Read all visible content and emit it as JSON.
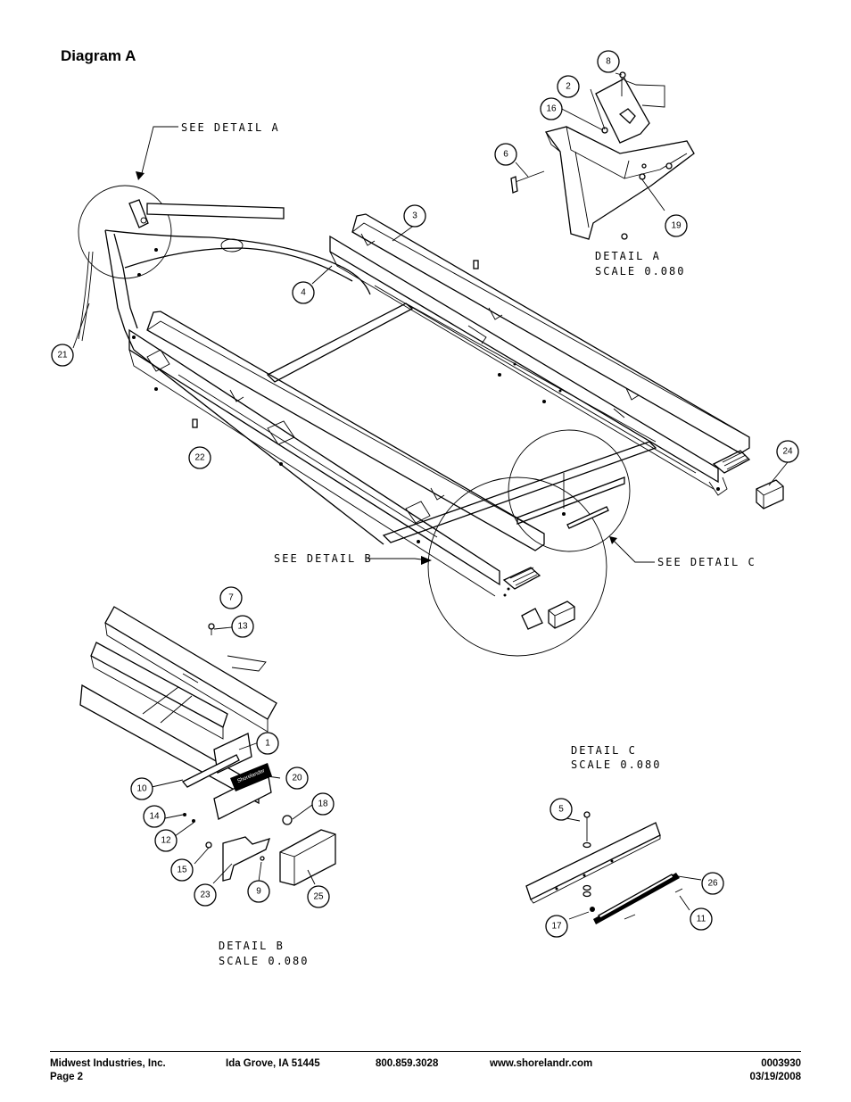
{
  "title": "Diagram A",
  "callouts": {
    "see_detail_a": "SEE DETAIL A",
    "see_detail_b": "SEE DETAIL B",
    "see_detail_c": "SEE DETAIL C"
  },
  "details": {
    "a": {
      "name": "DETAIL A",
      "scale": "SCALE 0.080"
    },
    "b": {
      "name": "DETAIL B",
      "scale": "SCALE 0.080"
    },
    "c": {
      "name": "DETAIL C",
      "scale": "SCALE 0.080"
    }
  },
  "part_numbers": {
    "p1": "1",
    "p2": "2",
    "p3": "3",
    "p4": "4",
    "p5": "5",
    "p6": "6",
    "p7": "7",
    "p8": "8",
    "p9": "9",
    "p10": "10",
    "p11": "11",
    "p12": "12",
    "p13": "13",
    "p14": "14",
    "p15": "15",
    "p16": "16",
    "p17": "17",
    "p18": "18",
    "p19": "19",
    "p20": "20",
    "p21": "21",
    "p22": "22",
    "p23": "23",
    "p24": "24",
    "p25": "25",
    "p26": "26"
  },
  "step_pad_text": "Shorelander",
  "footer": {
    "company": "Midwest Industries, Inc.",
    "location": "Ida Grove, IA  51445",
    "phone": "800.859.3028",
    "website": "www.shorelandr.com",
    "doc_number": "0003930",
    "page": "Page 2",
    "date": "03/19/2008"
  }
}
